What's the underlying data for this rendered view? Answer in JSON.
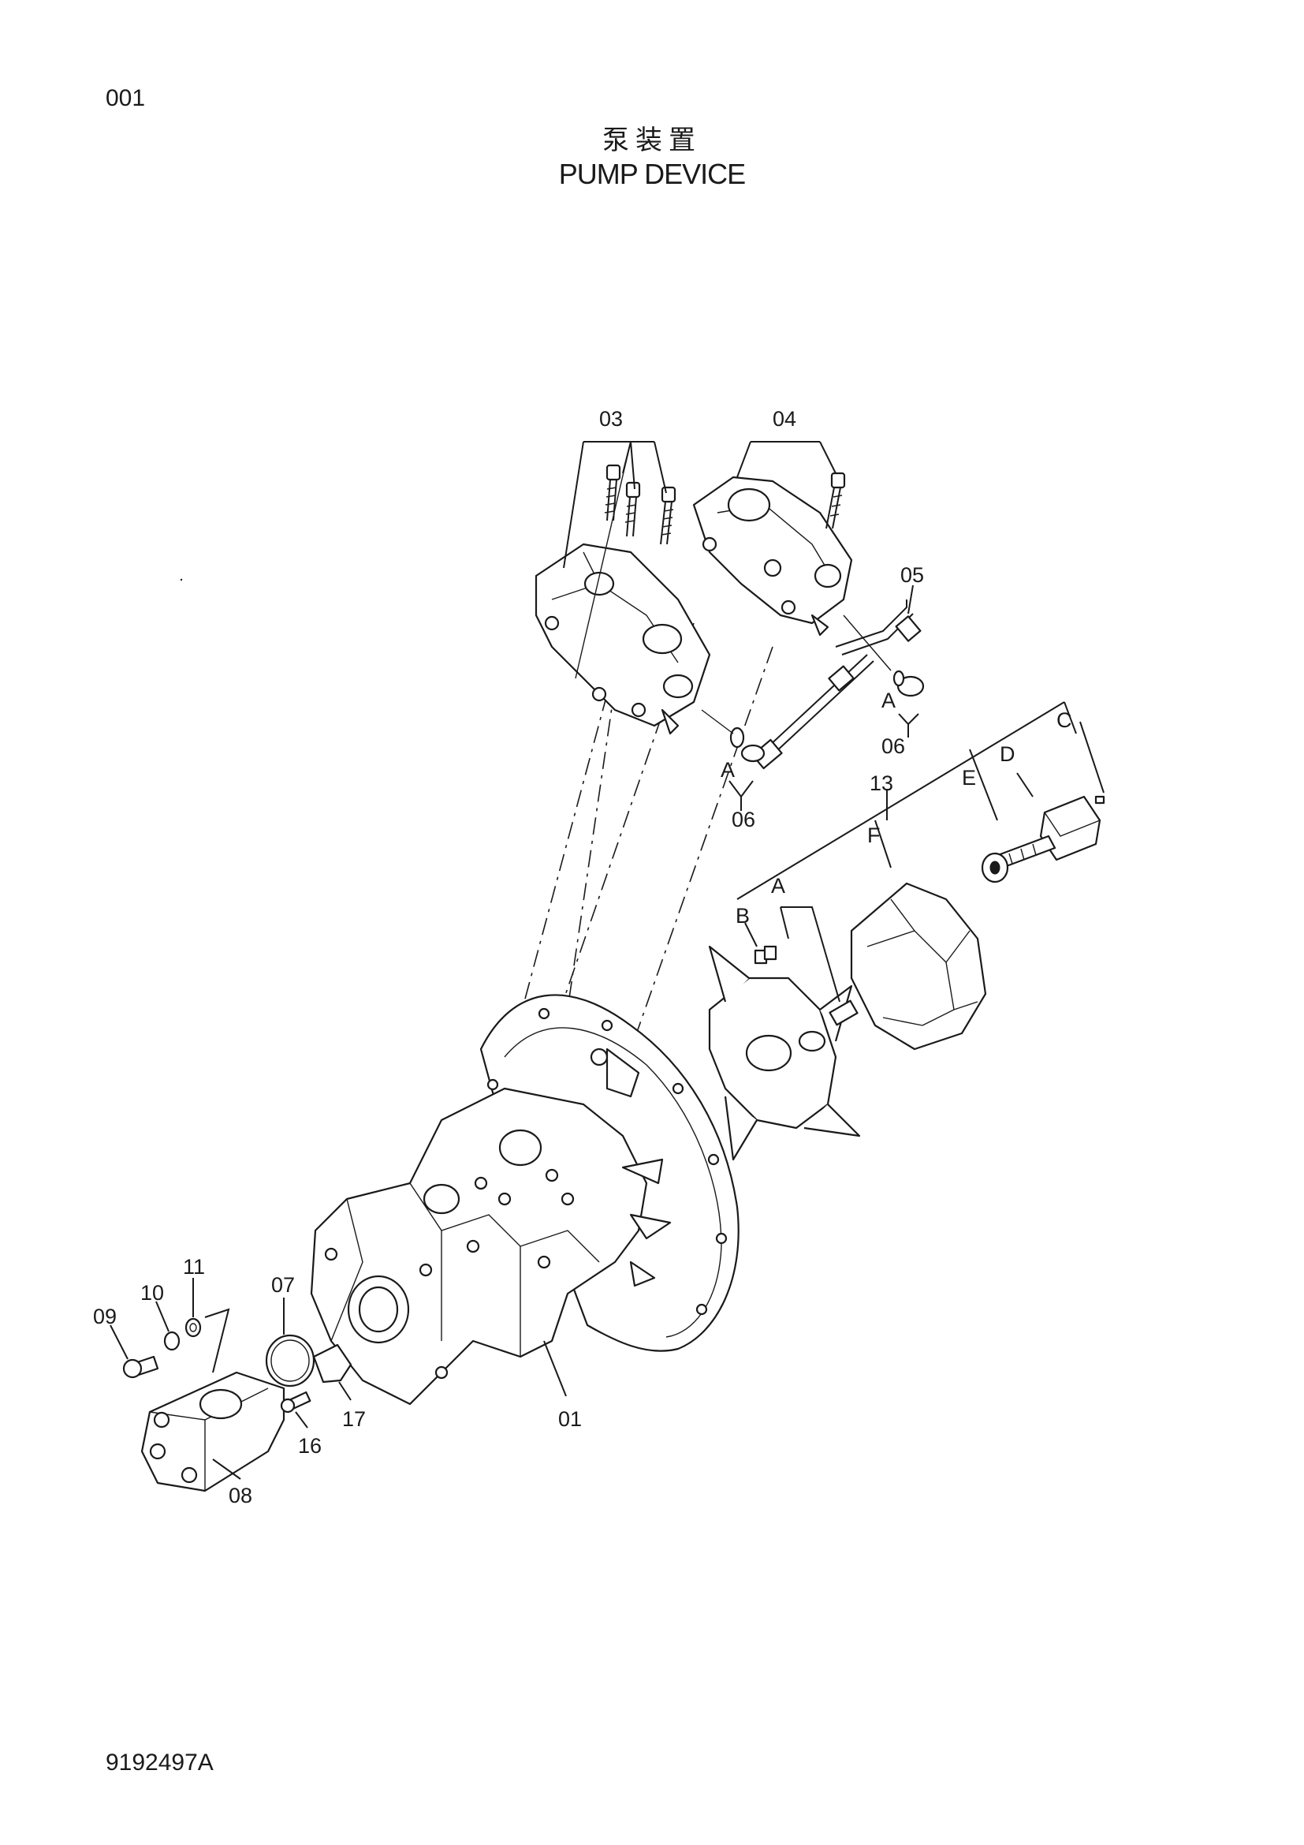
{
  "page_number": "001",
  "title_cn": "泵装置",
  "title_en": "PUMP DEVICE",
  "drawing_code": "9192497A",
  "callouts": {
    "c01": "01",
    "c03": "03",
    "c04": "04",
    "c05": "05",
    "c06a": "06",
    "c06b": "06",
    "c07": "07",
    "c08": "08",
    "c09": "09",
    "c10": "10",
    "c11": "11",
    "c13": "13",
    "c16": "16",
    "c17": "17"
  },
  "sub_callouts": {
    "a_06a": "A",
    "a_06b": "A",
    "c13_a": "A",
    "c13_b": "B",
    "c13_c": "C",
    "c13_d": "D",
    "c13_e": "E",
    "c13_f": "F"
  }
}
